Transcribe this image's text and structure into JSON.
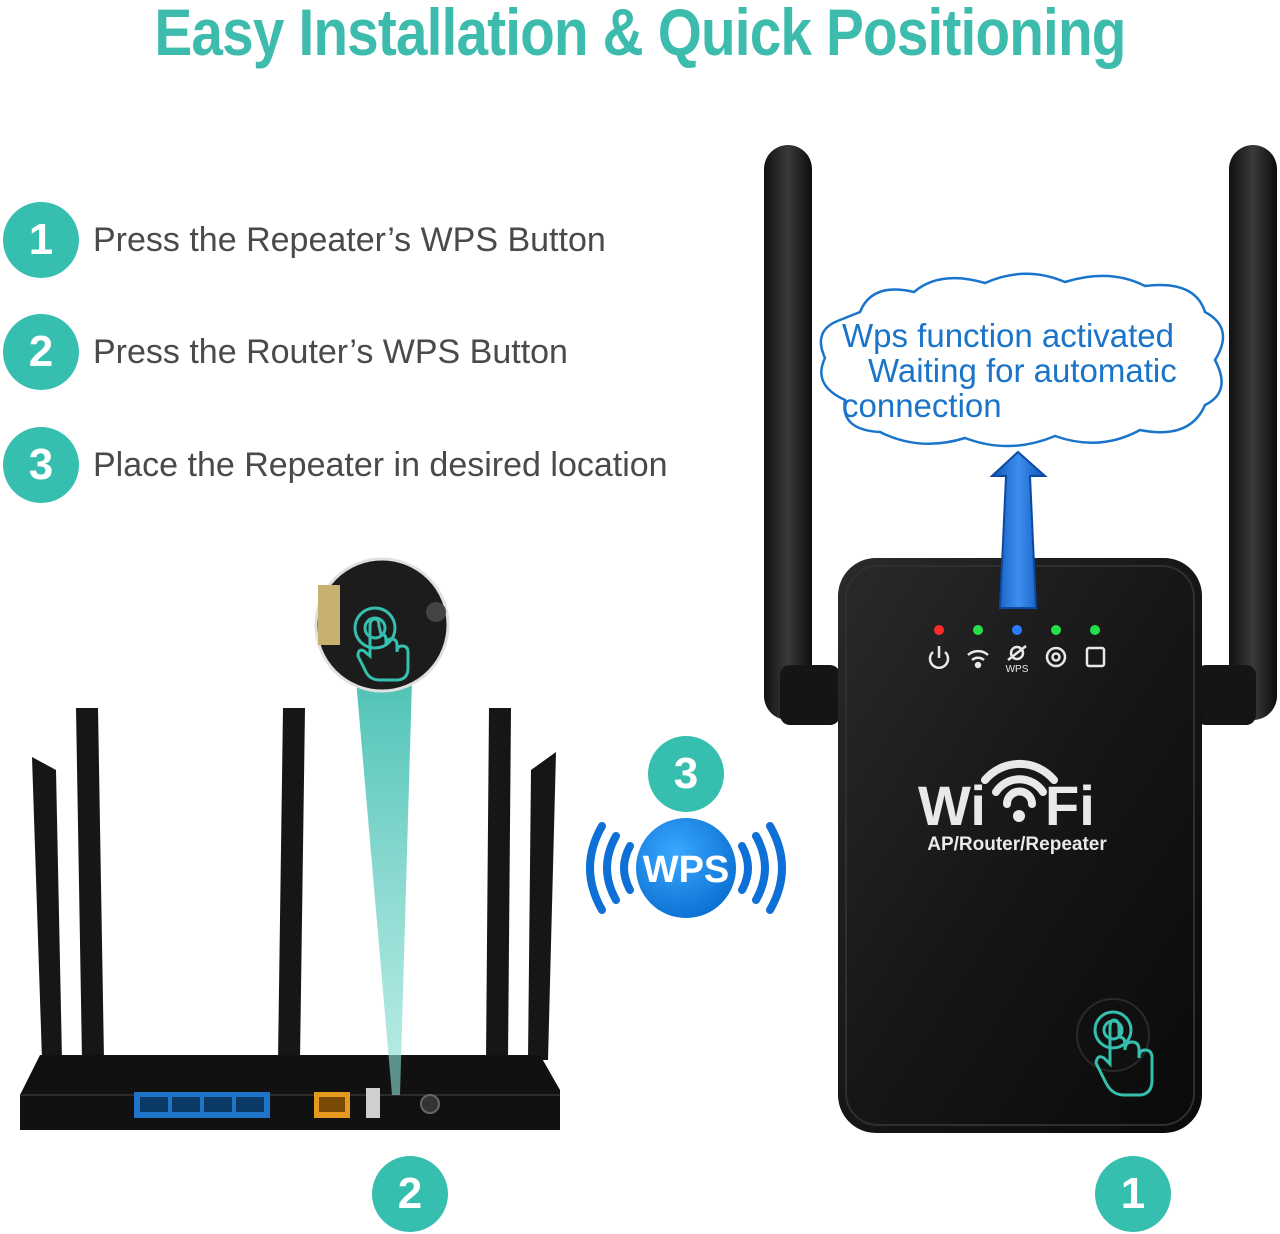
{
  "title": "Easy Installation & Quick Positioning",
  "steps": [
    {
      "number": "1",
      "text": "Press the Repeater’s WPS Button"
    },
    {
      "number": "2",
      "text": "Press the Router’s WPS Button"
    },
    {
      "number": "3",
      "text": "Place the Repeater in desired location"
    }
  ],
  "cloud": {
    "line1": "Wps function activated",
    "line2": "Waiting for automatic",
    "line3": "connection"
  },
  "repeater": {
    "brand_left": "Wi",
    "brand_right": "Fi",
    "subtitle": "AP/Router/Repeater",
    "wps_led_label": "WPS",
    "badge": "1"
  },
  "router": {
    "badge": "2"
  },
  "wps_signal": {
    "badge": "3",
    "label": "WPS"
  },
  "colors": {
    "teal": "#36bfae",
    "title": "#3dbcae",
    "blue": "#1a74c9",
    "wps_blue": "#1c8ee6"
  }
}
